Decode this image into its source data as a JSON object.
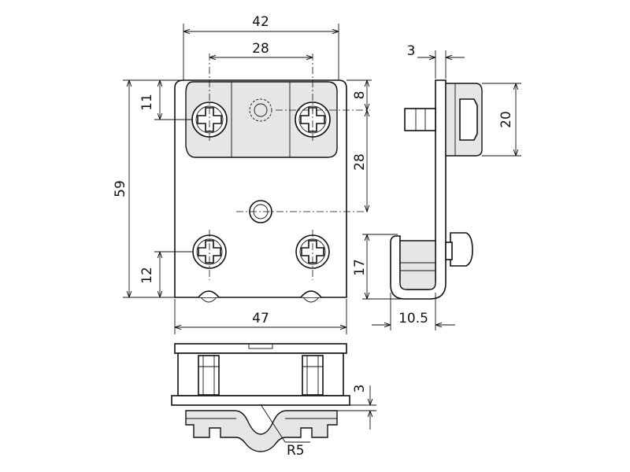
{
  "dimensions": {
    "front_width_top": "42",
    "screw_spacing": "28",
    "top_to_screw": "11",
    "overall_height": "59",
    "lower_screw_to_bottom": "12",
    "base_width": "47",
    "top_to_upper_hole": "8",
    "hole_spacing_vertical": "28",
    "side_thickness": "3",
    "clamp_height": "20",
    "hook_height": "17",
    "hook_depth": "10.5",
    "rail_offset": "3",
    "groove_radius": "R5"
  },
  "colors": {
    "line": "#111111",
    "background": "#ffffff",
    "shading": "#e6e6e6"
  }
}
